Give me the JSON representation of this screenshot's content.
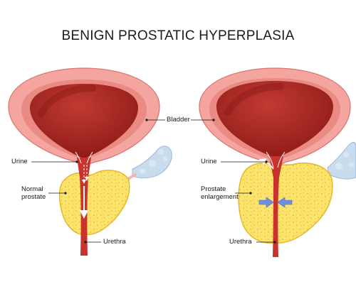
{
  "title": "BENIGN PROSTATIC HYPERPLASIA",
  "labels": {
    "bladder": "Bladder",
    "urine_left": "Urine",
    "normal_prostate": "Normal\nprostate",
    "urethra_left": "Urethra",
    "urine_right": "Urine",
    "prostate_enlargement": "Prostate\nenlargement",
    "urethra_right": "Urethra"
  },
  "colors": {
    "bladder_outer": "#f4a5a0",
    "bladder_wall": "#e98a83",
    "bladder_muscle": "#b2302b",
    "bladder_dark": "#8e1a16",
    "prostate_fill": "#fbe46b",
    "prostate_edge": "#e8b82c",
    "prostate_speckle": "#e0a030",
    "seminal_vesicle": "#c8dcee",
    "urethra": "#c8332e",
    "urine_arrow": "#ffffff",
    "compression_arrow": "#6e8fdd",
    "leader_line": "#1a1a1a"
  }
}
